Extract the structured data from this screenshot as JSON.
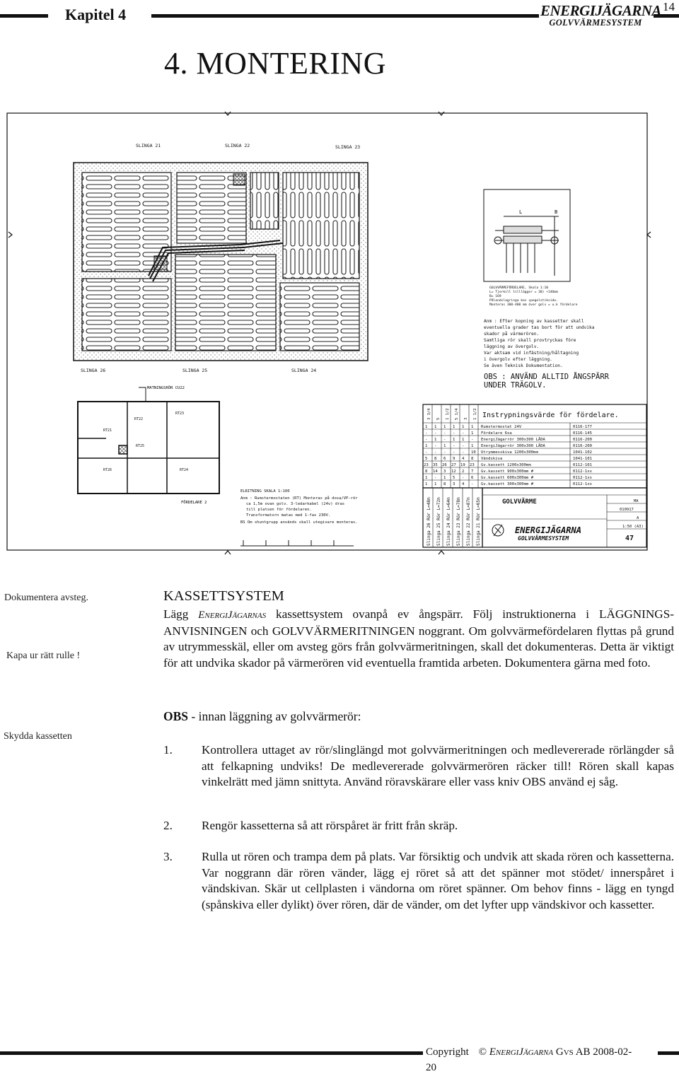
{
  "header": {
    "chapter": "Kapitel 4",
    "brand": "ENERGIJÄGARNA",
    "brand_sub": "GOLVVÄRMESYSTEM",
    "page_number": "14"
  },
  "title": "4. MONTERING",
  "drawing": {
    "loop_labels": [
      "SLINGA 21",
      "SLINGA 22",
      "SLINGA 23",
      "SLINGA 26",
      "SLINGA 25",
      "SLINGA 24"
    ],
    "feed_label": "MATNINGSRÖR CU22",
    "rt_labels": [
      "RT21",
      "RT22",
      "RT23",
      "RT25",
      "RT26",
      "RT24"
    ],
    "distributor_label": "FÖRDELARE 2",
    "dim_labels": [
      "L",
      "B"
    ],
    "distributor_note": [
      "GOLVVÄRMEFÖRDELARE, Skala 1:10",
      "L= Tjerkill tilllägger = 30) +14Omm",
      "B= 169",
      "Pålandslagringa kos spegelstiksido.",
      "Monteras 300-400 mm över golv = u.k fördelare"
    ],
    "general_note": [
      "Anm : Efter kopning av kassetter skall",
      "eventuella grader tas bort för att undvika",
      "skador på värmerören.",
      "Samtliga rör skall provtryckas före",
      "läggning av övergolv.",
      "Var aktsam vid infästning/håltagning",
      "i övergolv efter läggning.",
      "Se även Teknisk Dokumentation."
    ],
    "obs_warning": [
      "OBS : ANVÄND ALLTID ÅNGSPÄRR",
      "UNDER TRÄGOLV."
    ],
    "table_title": "Instrypningsvärde för fördelare.",
    "table_header": [
      "3 3/4",
      "5",
      "1 1/2",
      "5 1/4",
      "3",
      "1 1/2"
    ],
    "table_rows": [
      {
        "counts": [
          "1",
          "1",
          "1",
          "1",
          "1",
          "1"
        ],
        "desc": "Rumstermostat 24V",
        "art": "0116-177"
      },
      {
        "counts": [
          "-",
          "-",
          "-",
          "-",
          "-",
          "1"
        ],
        "desc": "Fördelare 6xa",
        "art": "0116-145"
      },
      {
        "counts": [
          "-",
          "1",
          "-",
          "1",
          "1",
          "-"
        ],
        "desc": "EnergiJägarrör 300x300 LÅDA",
        "art": "0116-200"
      },
      {
        "counts": [
          "1",
          "-",
          "1",
          "-",
          "-",
          "1"
        ],
        "desc": "EnergiJägarrör 300x300 LÅDA",
        "art": "0116-200"
      },
      {
        "counts": [
          "-",
          "-",
          "-",
          "-",
          "-",
          "10"
        ],
        "desc": "Utrymmesskiva 1200x300mm",
        "art": "1041-102"
      },
      {
        "counts": [
          "5",
          "8",
          "6",
          "9",
          "4",
          "8"
        ],
        "desc": "Vändskiva",
        "art": "1041-101"
      },
      {
        "counts": [
          "23",
          "35",
          "26",
          "27",
          "19",
          "23"
        ],
        "desc": "Gv.kassett 1200x300mm",
        "art": "0112-101"
      },
      {
        "counts": [
          "8",
          "14",
          "3",
          "12",
          "2",
          "7"
        ],
        "desc": "Gv.kassett 900x300mm #",
        "art": "0112-1xx"
      },
      {
        "counts": [
          "1",
          "-",
          "1",
          "5",
          "-",
          "6"
        ],
        "desc": "Gv.kassett 600x300mm #",
        "art": "0112-1xx"
      },
      {
        "counts": [
          "1",
          "1",
          "8",
          "3",
          "4",
          "-"
        ],
        "desc": "Gv.kassett 300x300mm #",
        "art": "0112-1xx"
      }
    ],
    "pipe_lengths": [
      "Slinga 26 Rör L=48m",
      "Slinga 25 Rör L=72m",
      "Slinga 24 Rör L=64m",
      "Slinga 23 Rör L=78m",
      "Slinga 22 Rör L=87m",
      "Slinga 21 Rör L=65m"
    ],
    "title_block_name": "GOLVVÄRME",
    "title_block_fields": {
      "ritad": "MA",
      "order": "010917",
      "blad": "A",
      "skala": "1:50 (A3)",
      "drawing_no": "47"
    },
    "elec_title": "ELRITNING SKALA 1:100",
    "elec_notes": [
      "Anm : Rumstermostaten (RT) Monteras på dosa/VP-rör",
      "ca 1,5m ovan golv. 3-ledarkabel (24v) dras",
      "till platsen för fördelaren.",
      "Transformatorn matas med 1-fas 230V.",
      "BS   Om shuntgrupp används skall utegivare monteras."
    ]
  },
  "side_notes": {
    "note1": "Dokumentera avsteg.",
    "note2": "Kapa ur rätt rulle !",
    "note3": "Skydda kassetten"
  },
  "section": {
    "title": "KASSETTSYSTEM",
    "p1_a": "Lägg ",
    "p1_brand": "EnergiJägarnas",
    "p1_b": " kassettsystem ovanpå ev ångspärr. Följ instruktionerna i LÄGGNINGS-ANVISNINGEN och GOLVVÄRMERITNINGEN noggrant. Om golvvärmefördelaren flyttas på grund av utrymmesskäl, eller om avsteg görs från golvvärmeritningen, skall det dokumenteras. Detta är viktigt för att undvika skador på värmerören vid eventuella framtida arbeten. Dokumentera gärna med foto.",
    "obs_bold": "OBS",
    "obs_rest": " - innan läggning av golvvärmerör:",
    "items": [
      {
        "num": "1.",
        "text": "Kontrollera uttaget av rör/slinglängd mot golvvärmeritningen och medlevererade rörlängder så att felkapning undviks! De medlevererade golvvärmerören räcker till! Rören skall kapas vinkelrätt med jämn snittyta. Använd röravskärare eller vass kniv  OBS använd ej såg."
      },
      {
        "num": "2.",
        "text": "Rengör kassetterna så att rörspåret är fritt från skräp."
      },
      {
        "num": "3.",
        "text": "Rulla ut rören och trampa dem på plats. Var försiktig och undvik att skada rören och kassetterna. Var noggrann där rören vänder, lägg ej röret så att det spänner mot stödet/ innerspåret i vändskivan. Skär ut cellplasten i vändorna om röret spänner. Om behov finns - lägg en tyngd (spånskiva eller dylikt) över rören, där de vänder, om det lyfter upp vändskivor och kassetter."
      }
    ]
  },
  "footer": {
    "copyright": "Copyright",
    "symbol": "©",
    "brand": "EnergiJägarna",
    "company": "Gvs AB",
    "date_part1": "2008-02-",
    "date_part2": "20"
  }
}
